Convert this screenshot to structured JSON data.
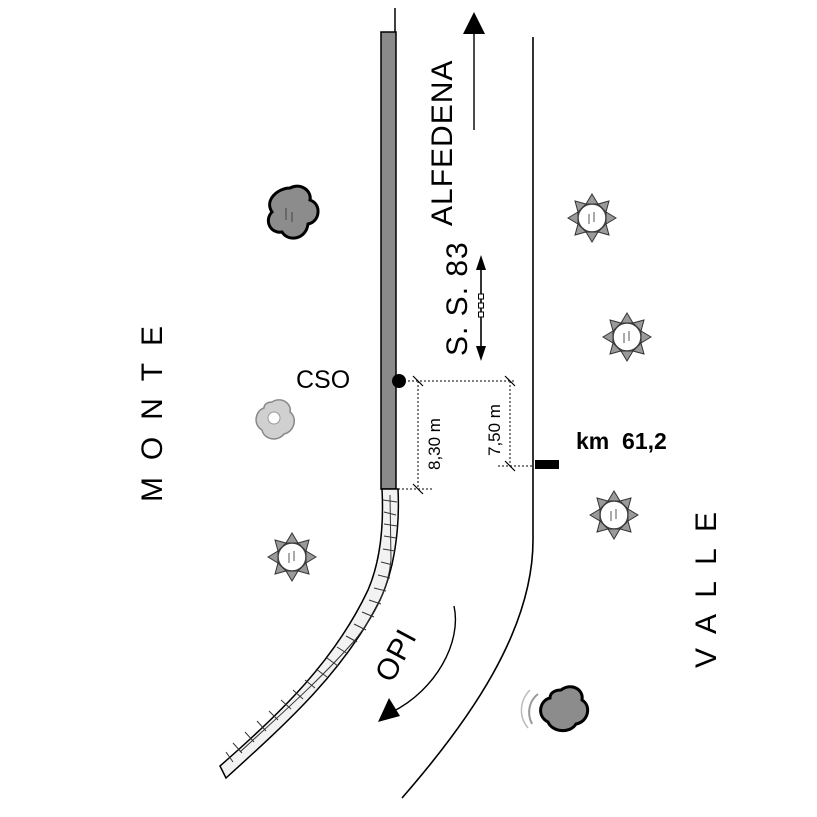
{
  "labels": {
    "north_direction": "ALFEDENA",
    "south_direction": "OPI",
    "road": "S. S. 83",
    "station": "CSO",
    "kilometre": "km  61,2",
    "upslope_side": "MONTE",
    "downslope_side": "VALLE",
    "distance_total": "8,30 m",
    "distance_carriageway": "7,50 m"
  },
  "icons": {
    "trees": "shrub-icon",
    "direction": "arrow-icon",
    "station_marker": "dot-icon",
    "wall": "stone-wall-icon"
  },
  "colors": {
    "wall_fill": "#8a8a8a",
    "tree_dark": "#8c8c8c",
    "tree_light": "#c8c8c8",
    "ink": "#000000"
  }
}
